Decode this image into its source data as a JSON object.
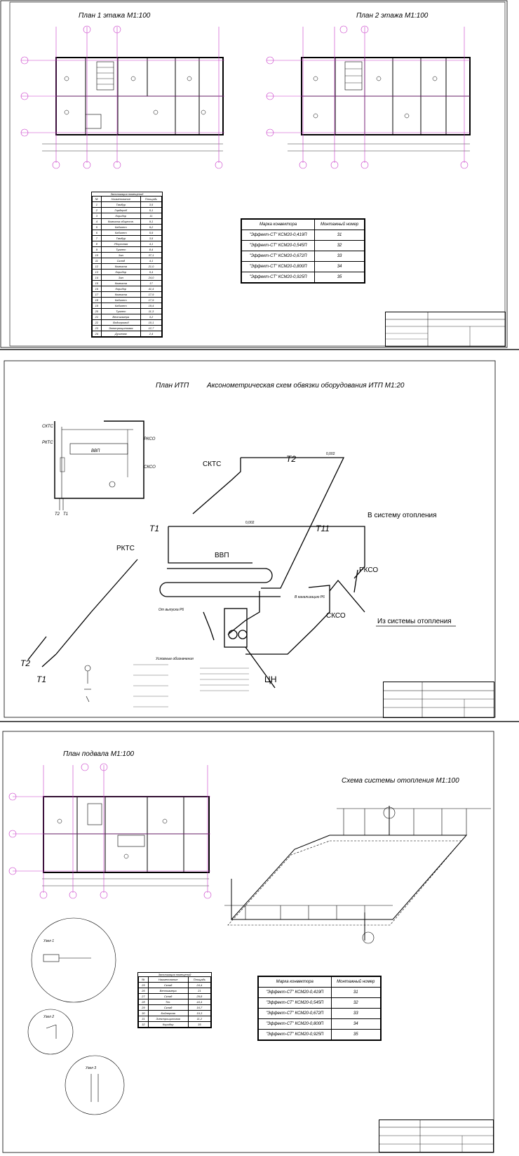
{
  "sheet1": {
    "plan1_title": "План 1 этажа М1:100",
    "plan2_title": "План 2 этажа М1:100",
    "rooms_table": {
      "header": [
        "№",
        "Наименование",
        "Площадь"
      ],
      "caption": "Экспликация помещений",
      "rows": [
        [
          "1",
          "Тамбур",
          "3,5"
        ],
        [
          "2",
          "Гардероб",
          "5,1"
        ],
        [
          "3",
          "Коридор",
          "11"
        ],
        [
          "4",
          "Комната обществ.",
          "9,1"
        ],
        [
          "5",
          "Кабинет",
          "9,2"
        ],
        [
          "6",
          "Кабинет",
          "5,9"
        ],
        [
          "7",
          "Тамбур",
          "3,5"
        ],
        [
          "8",
          "Уборочная",
          "4,1"
        ],
        [
          "9",
          "Туалет",
          "8,4"
        ],
        [
          "10",
          "Зал",
          "37,1"
        ],
        [
          "11",
          "Склад",
          "4,1"
        ],
        [
          "12",
          "Комната",
          "21,0"
        ],
        [
          "13",
          "Коридор",
          "9,4"
        ],
        [
          "14",
          "Зал",
          "24,0"
        ],
        [
          "15",
          "Комната",
          "17"
        ],
        [
          "16",
          "Коридор",
          "41,4"
        ],
        [
          "17",
          "Комната",
          "17,9"
        ],
        [
          "18",
          "Кабинет",
          "17,9"
        ],
        [
          "19",
          "Кабинет",
          "19,4"
        ],
        [
          "20",
          "Туалет",
          "11,3"
        ],
        [
          "21",
          "Венткамера",
          "3,2"
        ],
        [
          "22",
          "Водопровод",
          "10,1"
        ],
        [
          "23",
          "Электрощитовая",
          "12,7"
        ],
        [
          "24",
          "Душевая",
          "2,4"
        ]
      ]
    },
    "radiator_table": {
      "header": [
        "Марка конвектора",
        "Монтажный номер"
      ],
      "rows": [
        [
          "\"Эффект-СТ\" КСМ20-0,419П",
          "31"
        ],
        [
          "\"Эффект-СТ\" КСМ20-0,545П",
          "32"
        ],
        [
          "\"Эффект-СТ\" КСМ20-0,672П",
          "33"
        ],
        [
          "\"Эффект-СТ\" КСМ20-0,800П",
          "34"
        ],
        [
          "\"Эффект-СТ\" КСМ20-0,925П",
          "35"
        ]
      ]
    }
  },
  "sheet2": {
    "plan_title": "План ИТП",
    "axon_title": "Аксонометрическая схем обвязки оборудования ИТП М1:20",
    "labels": {
      "sktc_small": "СКТС",
      "rktc_small": "РКТС",
      "vvp_small": "ВВП",
      "rkso_small": "РКСО",
      "skso_small": "СКСО",
      "t2_small": "Т2",
      "t1_small": "Т1",
      "t2": "Т2",
      "t1": "Т1",
      "t11": "Т11",
      "sktc": "СКТС",
      "rktc": "РКТС",
      "vvp": "ВВП",
      "rkso": "РКСО",
      "skso": "СКСО",
      "tsn": "ЦН",
      "to_heating": "В систему отопления",
      "from_heating": "Из системы отопления",
      "slope1": "0,002",
      "slope2": "0,002",
      "drain1": "От выпуска Р6",
      "drain2": "В канализацию Р6",
      "legend_title": "Условные обозначения"
    }
  },
  "sheet3": {
    "basement_title": "План подвала М1:100",
    "heating_title": "Схема системы отопления М1:100",
    "node1": "Узел 1",
    "node2": "Узел 2",
    "node3": "Узел 3",
    "rooms_table": {
      "caption": "Экспликация помещений",
      "header": [
        "№",
        "Наименование",
        "Площадь"
      ],
      "rows": [
        [
          "25",
          "Склад",
          "24,4"
        ],
        [
          "26",
          "Венткамера",
          "21"
        ],
        [
          "27",
          "Склад",
          "29,8"
        ],
        [
          "28",
          "Тех.",
          "44,4"
        ],
        [
          "29",
          "Склад",
          "16,7"
        ],
        [
          "30",
          "Бойлерная",
          "19,3"
        ],
        [
          "31",
          "Электрощитовая",
          "11,2"
        ],
        [
          "32",
          "Коридор",
          "35"
        ]
      ]
    },
    "radiator_table": {
      "header": [
        "Марка конвектора",
        "Монтажный номер"
      ],
      "rows": [
        [
          "\"Эффект-СТ\" КСМ20-0,419П",
          "31"
        ],
        [
          "\"Эффект-СТ\" КСМ20-0,545П",
          "32"
        ],
        [
          "\"Эффект-СТ\" КСМ20-0,672П",
          "33"
        ],
        [
          "\"Эффект-СТ\" КСМ20-0,800П",
          "34"
        ],
        [
          "\"Эффект-СТ\" КСМ20-0,925П",
          "35"
        ]
      ]
    }
  },
  "colors": {
    "axis": "#c838c8",
    "line": "#000000",
    "separator": "#555555"
  }
}
